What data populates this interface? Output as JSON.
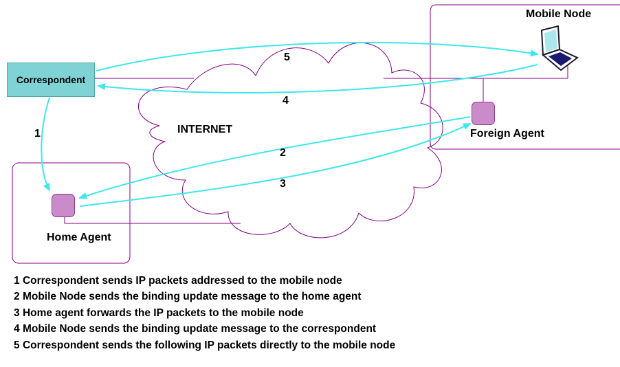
{
  "nodes": {
    "correspondent": "Correspondent",
    "mobile_node": "Mobile Node",
    "home_agent": "Home Agent",
    "foreign_agent": "Foreign Agent",
    "internet": "INTERNET"
  },
  "steps": [
    {
      "num": "1",
      "text": "Correspondent sends IP packets addressed to the mobile node"
    },
    {
      "num": "2",
      "text": "Mobile Node sends the binding update message to the home agent"
    },
    {
      "num": "3",
      "text": "Home agent forwards the IP packets to the mobile node"
    },
    {
      "num": "4",
      "text": "Mobile Node sends the binding update message to the correspondent"
    },
    {
      "num": "5",
      "text": "Correspondent sends the following IP packets directly to the mobile node"
    }
  ],
  "colors": {
    "arrow": "#3fe6ee",
    "outline": "#800080",
    "correspondent_fill": "#7fd3d5",
    "agent_fill": "#c98bc9"
  }
}
